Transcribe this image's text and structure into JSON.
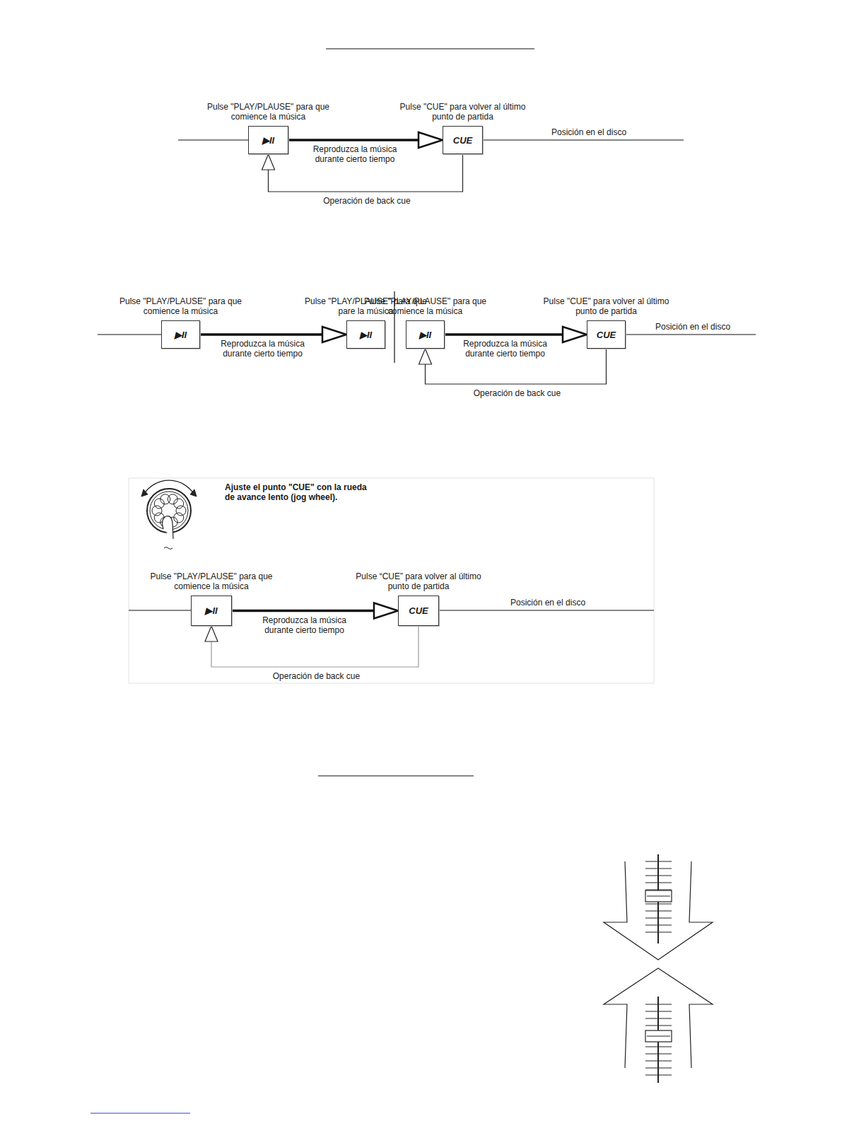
{
  "diagram": {
    "nodes": [
      {
        "text": [
          "Pulse \"PLAY/PLAUSE\" para que comience la música",
          "▶II"
        ]
      },
      {
        "text": [
          "Pulse \"CUE\" para volver al último punto de partida",
          "CUE"
        ]
      },
      {
        "text": [
          "Pulse \"PLAY/PLAUSE\" para que comience la música",
          "▶II"
        ]
      },
      {
        "text": [
          "Pulse \"PLAY/PLAUSE\" para que pare la música",
          "▶II"
        ]
      },
      {
        "text": [
          "Pulse \"PLAY/PLAUSE\" para que comience la música",
          "▶II"
        ]
      },
      {
        "text": [
          "Pulse \"CUE\" para volver al último punto de partida",
          "CUE"
        ]
      },
      {
        "text": [
          "Pulse \"PLAY/PLAUSE\" para que comience la música",
          "▶II"
        ]
      },
      {
        "text": [
          "Pulse “CUE” para volver al último punto de partida",
          "CUE"
        ]
      }
    ],
    "edges": [
      {
        "from": 0,
        "to": 1,
        "label": "Reproduzca la música durante cierto tiempo",
        "arrow": "to"
      },
      {
        "from": 1,
        "to": 0,
        "label": "Operación de back cue",
        "arrow": "to"
      },
      {
        "from": 2,
        "to": 3,
        "label": "Reproduzca la música durante cierto tiempo",
        "arrow": "to"
      },
      {
        "from": 4,
        "to": 5,
        "label": "Reproduzca la música durante cierto tiempo",
        "arrow": "to"
      },
      {
        "from": 5,
        "to": 4,
        "label": "Operación de back cue",
        "arrow": "to"
      },
      {
        "from": 6,
        "to": 7,
        "label": "Reproduzca la música durante cierto tiempo",
        "arrow": "to"
      },
      {
        "from": 7,
        "to": 6,
        "label": "Operación de back cue",
        "arrow": "to"
      }
    ],
    "labels": [
      "Posición en el disco",
      "Posición en el disco",
      "Ajuste el punto \"CUE\" con la rueda de avance lento (jog wheel).",
      "Posición en el disco"
    ]
  }
}
